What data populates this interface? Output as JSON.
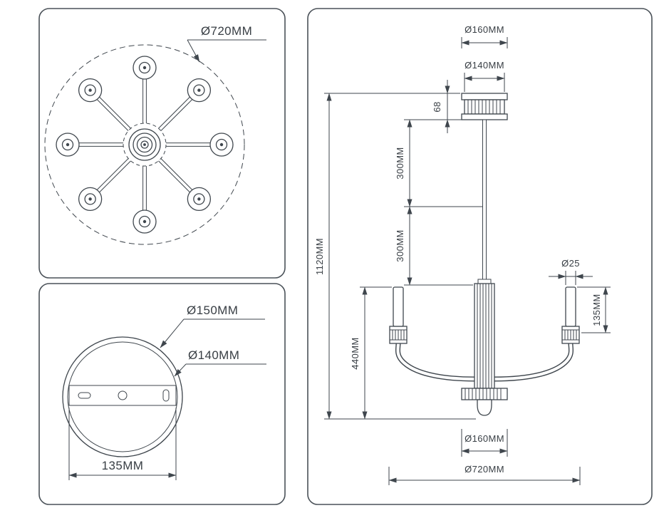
{
  "colors": {
    "line": "#3f464d",
    "text": "#383e44",
    "background": "#ffffff"
  },
  "top_view": {
    "overall_diameter": "Ø720MM"
  },
  "canopy_view": {
    "outer_diameter": "Ø150MM",
    "inner_diameter": "Ø140MM",
    "bracket_width": "135MM"
  },
  "side_view": {
    "top_cap_diameter": "Ø160MM",
    "canopy_diameter": "Ø140MM",
    "canopy_height": "68",
    "upper_rod_length": "300MM",
    "lower_rod_length": "300MM",
    "total_height": "1120MM",
    "body_height": "440MM",
    "candle_diameter": "Ø25",
    "candle_height": "135MM",
    "bottom_hub_diameter": "Ø160MM",
    "overall_width": "Ø720MM"
  }
}
